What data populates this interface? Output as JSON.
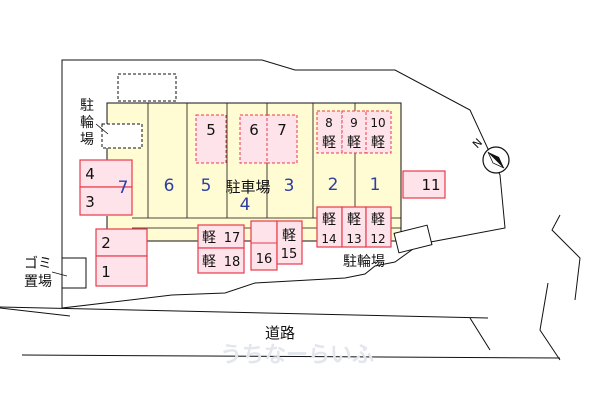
{
  "colors": {
    "lot_fill": "#fffbd2",
    "pink_fill": "#ffe3ea",
    "red_border": "#e83a4a",
    "blue_number": "#2d3fa6",
    "outline": "#111111",
    "road_gray": "#cccccc"
  },
  "labels": {
    "bike_parking_top": "駐輪場",
    "bike_parking_right": "駐輪場",
    "garbage": "ゴミ置場",
    "parking_lot": "駐車場",
    "road": "道路",
    "watermark": "うちなーらいふ",
    "north": "N"
  },
  "icons": {
    "north": "north-compass-icon"
  },
  "stall_numbers": {
    "s7": "7",
    "s6": "6",
    "s5": "5",
    "s4": "4",
    "s3": "3",
    "s2": "2",
    "s1": "1"
  },
  "kei_mark": "軽",
  "spaces": {
    "p1": "1",
    "p2": "2",
    "p3": "3",
    "p4": "4",
    "p5": "5",
    "p6": "6",
    "p7": "7",
    "p8": "8",
    "p9": "9",
    "p10": "10",
    "p11": "11",
    "p12": "12",
    "p13": "13",
    "p14": "14",
    "p15": "15",
    "p16": "16",
    "p17": "17",
    "p18": "18"
  }
}
